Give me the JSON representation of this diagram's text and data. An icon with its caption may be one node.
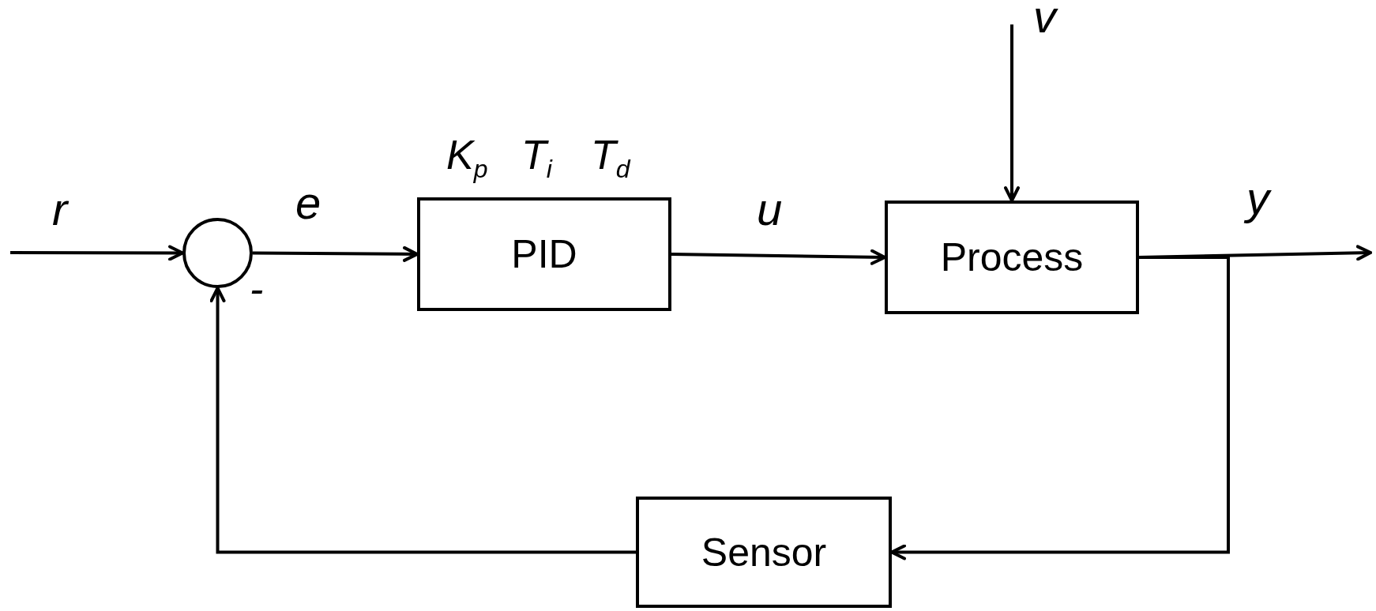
{
  "diagram": {
    "nodes": [
      {
        "text": [],
        "shape": "circle",
        "beside": [
          "-"
        ]
      },
      {
        "text": [
          "PID"
        ],
        "beside": [
          "K$_{p}$",
          "T$_{i}$",
          "T$_{d}$"
        ]
      },
      {
        "text": [
          "Process"
        ]
      },
      {
        "text": [
          "Sensor"
        ]
      }
    ],
    "edges": [
      {
        "from": null,
        "to": 0,
        "arrow": "to",
        "label": "r"
      },
      {
        "from": 0,
        "to": 1,
        "arrow": "to",
        "label": "e"
      },
      {
        "from": 1,
        "to": 2,
        "arrow": "to",
        "label": "u"
      },
      {
        "from": null,
        "to": 2,
        "arrow": "to",
        "label": "v"
      },
      {
        "from": 2,
        "to": null,
        "arrow": "to",
        "label": "y"
      },
      {
        "from": 2,
        "to": 3,
        "arrow": "to"
      },
      {
        "from": 3,
        "to": 0,
        "arrow": "to"
      }
    ]
  }
}
